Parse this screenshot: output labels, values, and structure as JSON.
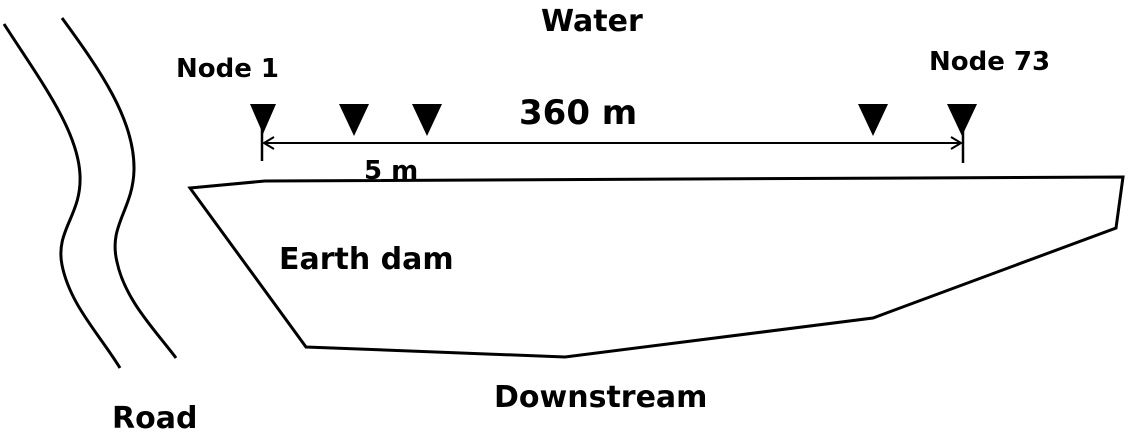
{
  "labels": {
    "water": "Water",
    "node_first": "Node 1",
    "node_last": "Node 73",
    "total_length": "360 m",
    "spacing": "5 m",
    "dam": "Earth dam",
    "downstream": "Downstream",
    "road": "Road"
  },
  "colors": {
    "stroke": "#000000",
    "fill": "#ffffff",
    "text": "#000000"
  },
  "icons": {
    "sensor_marker": "inverted-triangle-icon"
  }
}
